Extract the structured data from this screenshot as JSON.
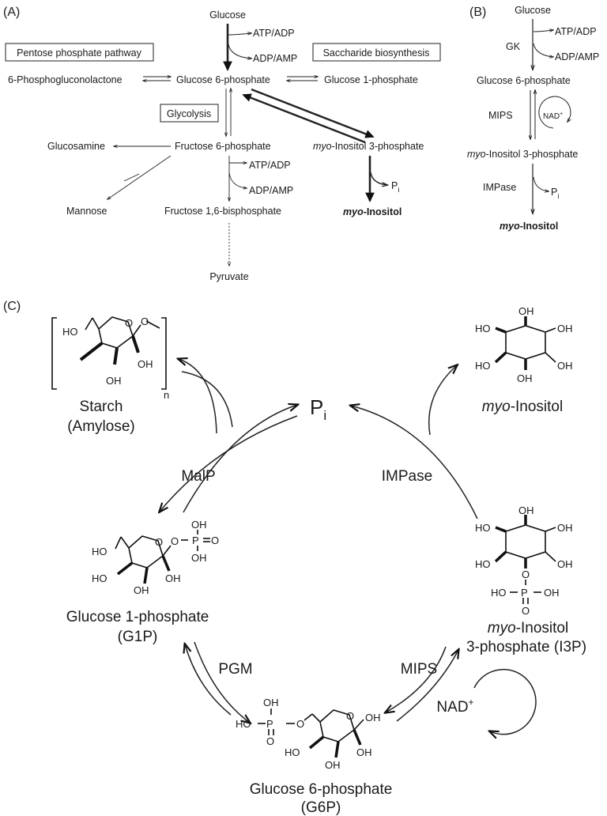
{
  "panels": {
    "a": "(A)",
    "b": "(B)",
    "c": "(C)"
  },
  "panel_a": {
    "glucose": "Glucose",
    "atp_adp": "ATP/ADP",
    "adp_amp": "ADP/AMP",
    "box_ppp": "Pentose phosphate pathway",
    "box_sb": "Saccharide biosynthesis",
    "box_gly": "Glycolysis",
    "pgl": "6-Phosphogluconolactone",
    "g6p": "Glucose 6-phosphate",
    "g1p": "Glucose 1-phosphate",
    "glucosamine": "Glucosamine",
    "f6p": "Fructose 6-phosphate",
    "myo_prefix": "myo",
    "i3p_suffix": "-Inositol 3-phosphate",
    "atp_adp2": "ATP/ADP",
    "adp_amp2": "ADP/AMP",
    "p": "P",
    "p_sub": "i",
    "mannose": "Mannose",
    "fbp": "Fructose 1,6-bisphosphate",
    "inositol_suffix": "-Inositol",
    "pyruvate": "Pyruvate"
  },
  "panel_b": {
    "glucose": "Glucose",
    "gk": "GK",
    "atp_adp": "ATP/ADP",
    "adp_amp": "ADP/AMP",
    "g6p": "Glucose 6-phosphate",
    "mips": "MIPS",
    "nad": "NAD",
    "nad_sup": "+",
    "myo_prefix": "myo",
    "i3p_suffix": "-Inositol 3-phosphate",
    "impase": "IMPase",
    "p": "P",
    "p_sub": "i",
    "inositol_suffix": "-Inositol"
  },
  "panel_c": {
    "starch": "Starch",
    "amylose": "(Amylose)",
    "n": "n",
    "p": "P",
    "p_sub": "i",
    "myo_prefix": "myo",
    "inositol_suffix": "-Inositol",
    "malp": "MalP",
    "impase": "IMPase",
    "g1p_name": "Glucose 1-phosphate",
    "g1p_abbr": "(G1P)",
    "i3p_line1_suffix": "-Inositol",
    "i3p_line2": "3-phosphate (I3P)",
    "pgm": "PGM",
    "mips": "MIPS",
    "nad": "NAD",
    "nad_sup": "+",
    "g6p_name": "Glucose 6-phosphate",
    "g6p_abbr": "(G6P)",
    "ho": "HO",
    "oh": "OH",
    "o": "O",
    "p_atom": "P"
  }
}
